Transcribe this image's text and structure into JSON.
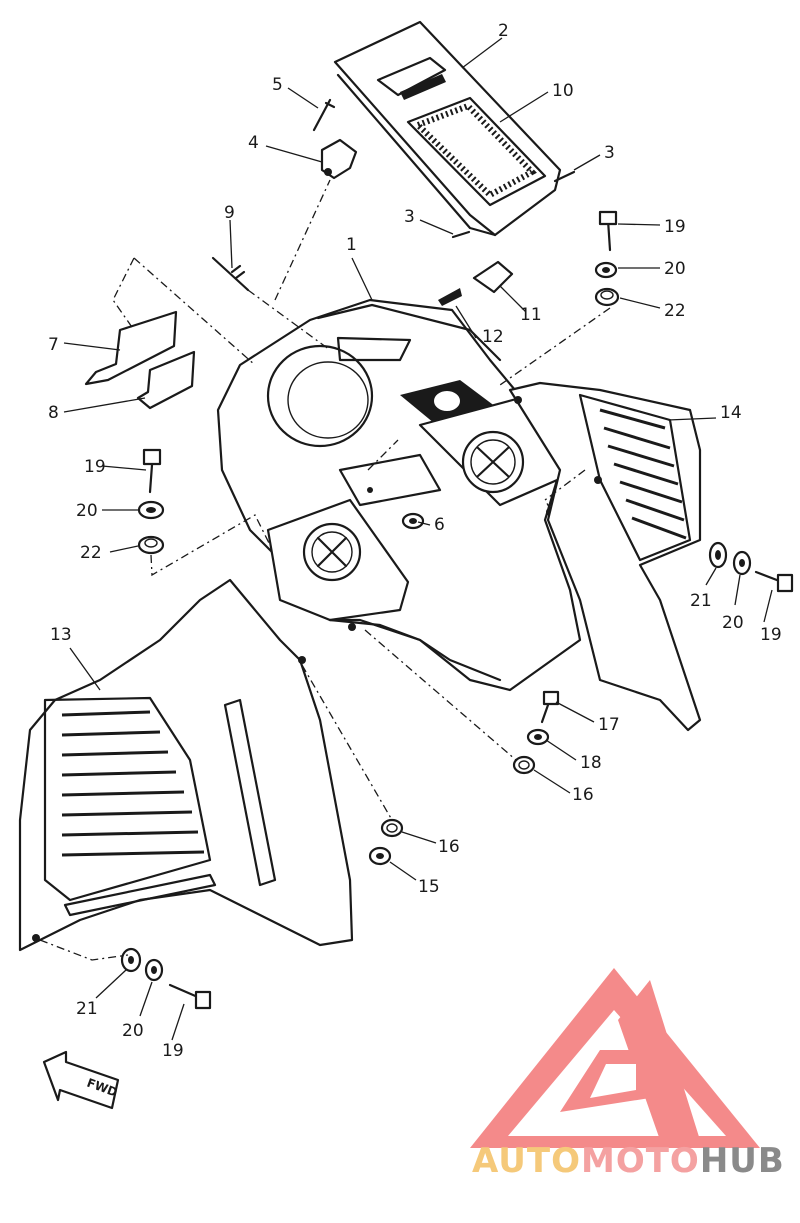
{
  "callouts": [
    {
      "id": "c1",
      "text": "1"
    },
    {
      "id": "c2",
      "text": "2"
    },
    {
      "id": "c3a",
      "text": "3"
    },
    {
      "id": "c3b",
      "text": "3"
    },
    {
      "id": "c4",
      "text": "4"
    },
    {
      "id": "c5",
      "text": "5"
    },
    {
      "id": "c6",
      "text": "6"
    },
    {
      "id": "c7",
      "text": "7"
    },
    {
      "id": "c8",
      "text": "8"
    },
    {
      "id": "c9",
      "text": "9"
    },
    {
      "id": "c10",
      "text": "10"
    },
    {
      "id": "c11",
      "text": "11"
    },
    {
      "id": "c12",
      "text": "12"
    },
    {
      "id": "c13",
      "text": "13"
    },
    {
      "id": "c14",
      "text": "14"
    },
    {
      "id": "c15",
      "text": "15"
    },
    {
      "id": "c16a",
      "text": "16"
    },
    {
      "id": "c16b",
      "text": "16"
    },
    {
      "id": "c17",
      "text": "17"
    },
    {
      "id": "c18",
      "text": "18"
    },
    {
      "id": "c19a",
      "text": "19"
    },
    {
      "id": "c19b",
      "text": "19"
    },
    {
      "id": "c19c",
      "text": "19"
    },
    {
      "id": "c19d",
      "text": "19"
    },
    {
      "id": "c20a",
      "text": "20"
    },
    {
      "id": "c20b",
      "text": "20"
    },
    {
      "id": "c20c",
      "text": "20"
    },
    {
      "id": "c20d",
      "text": "20"
    },
    {
      "id": "c21a",
      "text": "21"
    },
    {
      "id": "c21b",
      "text": "21"
    },
    {
      "id": "c22a",
      "text": "22"
    },
    {
      "id": "c22b",
      "text": "22"
    }
  ],
  "fwd_label": "FWD",
  "watermark": {
    "part1": "AUTO",
    "part2": "MOTO",
    "part3": "HUB",
    "colors": {
      "auto": "#f5c97a",
      "moto": "#f4a1a1",
      "hub": "#8a8a8a",
      "logo": "#f48a8a"
    }
  },
  "colors": {
    "line": "#1a1a1a",
    "background": "#ffffff"
  }
}
